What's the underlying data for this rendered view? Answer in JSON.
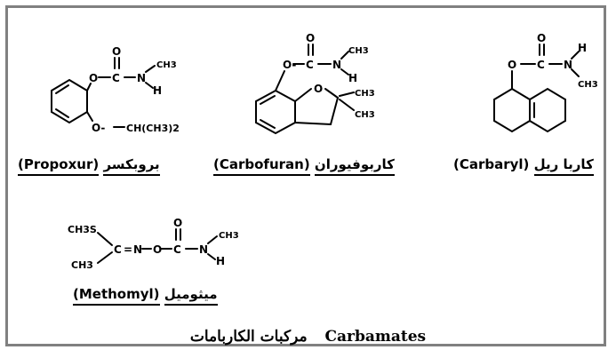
{
  "figure": {
    "caption_english": "Carbamates",
    "caption_arabic": "مركبات الكاربامات"
  },
  "compounds": [
    {
      "name_arabic": "كاربا ريل",
      "name_english": "(Carbaryl)"
    },
    {
      "name_arabic": "كاربوفيوران",
      "name_english": "(Carbofuran)"
    },
    {
      "name_arabic": "بروبكسر",
      "name_english": "(Propoxur)"
    },
    {
      "name_arabic": "ميثوميل",
      "name_english": "(Methomyl)"
    }
  ],
  "atoms": {
    "O": "O",
    "O_minus": "O-",
    "C": "C",
    "N": "N",
    "H": "H",
    "CH3": "CH3",
    "CH3S": "CH3S",
    "CH_CH3_2": "CH(CH3)2",
    "eq": "="
  }
}
